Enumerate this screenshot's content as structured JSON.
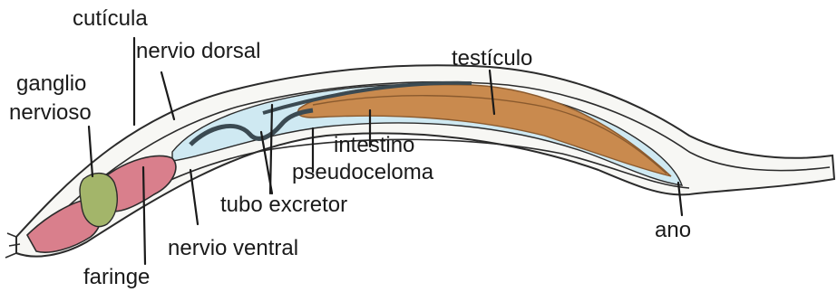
{
  "labels": {
    "cuticula": "cutícula",
    "nervio_dorsal": "nervio dorsal",
    "ganglio_line1": "ganglio",
    "ganglio_line2": "nervioso",
    "testiculo": "testículo",
    "intestino": "intestino",
    "pseudoceloma": "pseudoceloma",
    "tubo_excretor": "tubo excretor",
    "ano": "ano",
    "nervio_ventral": "nervio ventral",
    "faringe": "faringe"
  },
  "colors": {
    "body_fill": "#f7f7f4",
    "outline": "#2b2b2b",
    "pseudocoel": "#cfe9f2",
    "intestine": "#c98a4e",
    "intestine_dark": "#8a5a2e",
    "pharynx": "#d97f8c",
    "ganglion": "#a3b56a",
    "excretory": "#3b4a52"
  }
}
